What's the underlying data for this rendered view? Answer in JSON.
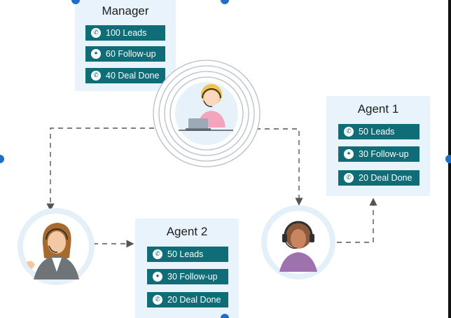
{
  "colors": {
    "card_bg": "#e8f3fb",
    "stat_bg": "#0e6d76",
    "handle": "#1f6fc5",
    "connector": "#555555"
  },
  "manager": {
    "title": "Manager",
    "stats": [
      {
        "label": "100 Leads",
        "icon": "phone-icon"
      },
      {
        "label": "60 Follow-up",
        "icon": "handshake-icon"
      },
      {
        "label": "40 Deal Done",
        "icon": "phone-icon"
      }
    ]
  },
  "agent1": {
    "title": "Agent 1",
    "stats": [
      {
        "label": "50 Leads",
        "icon": "phone-icon"
      },
      {
        "label": "30 Follow-up",
        "icon": "handshake-icon"
      },
      {
        "label": "20 Deal Done",
        "icon": "phone-icon"
      }
    ]
  },
  "agent2": {
    "title": "Agent 2",
    "stats": [
      {
        "label": "50 Leads",
        "icon": "phone-icon"
      },
      {
        "label": "30 Follow-up",
        "icon": "handshake-icon"
      },
      {
        "label": "20 Deal Done",
        "icon": "phone-icon"
      }
    ]
  }
}
